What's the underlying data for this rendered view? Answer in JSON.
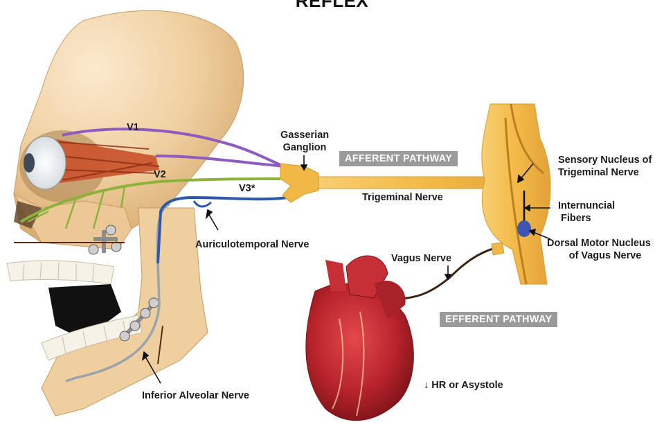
{
  "title": "REFLEX",
  "labels": {
    "v1": "V1",
    "v2": "V2",
    "v3": "V3*",
    "gasserian_line1": "Gasserian",
    "gasserian_line2": "Ganglion",
    "afferent": "AFFERENT PATHWAY",
    "trigeminal_nerve": "Trigeminal Nerve",
    "sensory_line1": "Sensory Nucleus of",
    "sensory_line2": "Trigeminal Nerve",
    "internuncial_line1": "Internuncial",
    "internuncial_line2": "Fibers",
    "dorsal_line1": "Dorsal Motor Nucleus",
    "dorsal_line2": "of Vagus  Nerve",
    "auriculotemporal": "Auriculotemporal Nerve",
    "vagus": "Vagus Nerve",
    "efferent": "EFFERENT PATHWAY",
    "hr": "↓ HR or Asystole",
    "inferior_alveolar": "Inferior Alveolar Nerve"
  },
  "colors": {
    "v1_nerve": "#8e5bbf",
    "v2_nerve": "#8cb23c",
    "v3_nerve": "#2d5aa8",
    "trigeminal": "#f2b845",
    "brainstem": "#f5c15a",
    "vagus_nerve": "#3b2414",
    "dorsal_nucleus": "#3d55b0",
    "badge": "#9a9a9a",
    "heart": "#b8232b",
    "skull": "#f1d3a8"
  }
}
